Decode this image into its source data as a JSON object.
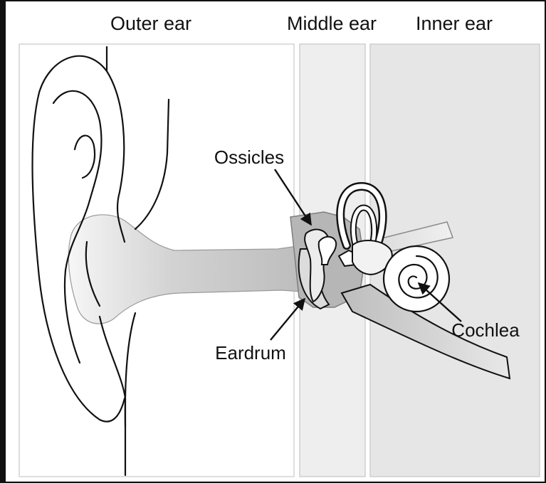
{
  "sections": {
    "outer": "Outer ear",
    "middle": "Middle ear",
    "inner": "Inner ear"
  },
  "callouts": {
    "ossicles": "Ossicles",
    "eardrum": "Eardrum",
    "cochlea": "Cochlea"
  },
  "colors": {
    "background": "#ffffff",
    "ink": "#111111",
    "middle_panel": "#eeeeee",
    "inner_panel": "#e6e6e6",
    "canal_fill": "#c9c9c9",
    "bone_fill": "#a8a8a8"
  }
}
